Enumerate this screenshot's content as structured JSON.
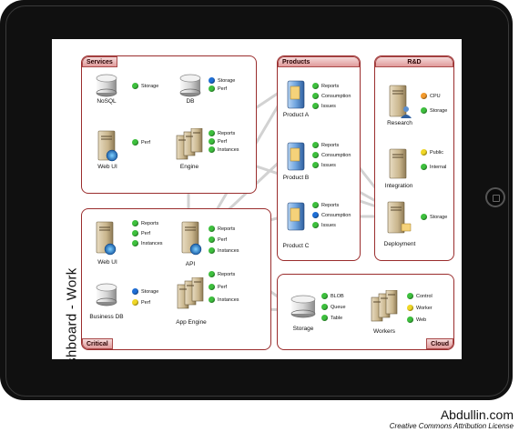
{
  "screen_title": "Dashboard - Work",
  "panels": {
    "services": "Services",
    "products": "Products",
    "rnd": "R&D",
    "critical": "Critical",
    "cloud": "Cloud"
  },
  "nodes": {
    "nosql": {
      "label": "NoSQL",
      "status": [
        {
          "color": "green",
          "text": "Storage"
        }
      ]
    },
    "db": {
      "label": "DB",
      "status": [
        {
          "color": "blue",
          "text": "Storage"
        },
        {
          "color": "green",
          "text": "Perf"
        }
      ]
    },
    "webui_services": {
      "label": "Web UI",
      "status": [
        {
          "color": "green",
          "text": "Perf"
        }
      ]
    },
    "engine": {
      "label": "Engine",
      "status": [
        {
          "color": "green",
          "text": "Reports"
        },
        {
          "color": "green",
          "text": "Perf"
        },
        {
          "color": "green",
          "text": "Instances"
        }
      ]
    },
    "product_a": {
      "label": "Product A",
      "status": [
        {
          "color": "green",
          "text": "Reports"
        },
        {
          "color": "green",
          "text": "Consumption"
        },
        {
          "color": "green",
          "text": "Issues"
        }
      ]
    },
    "product_b": {
      "label": "Product B",
      "status": [
        {
          "color": "green",
          "text": "Reports"
        },
        {
          "color": "green",
          "text": "Consumption"
        },
        {
          "color": "green",
          "text": "Issues"
        }
      ]
    },
    "product_c": {
      "label": "Product C",
      "status": [
        {
          "color": "green",
          "text": "Reports"
        },
        {
          "color": "blue",
          "text": "Consumption"
        },
        {
          "color": "green",
          "text": "Issues"
        }
      ]
    },
    "research": {
      "label": "Research",
      "status": [
        {
          "color": "orange",
          "text": "CPU"
        },
        {
          "color": "green",
          "text": "Storage"
        }
      ]
    },
    "integration": {
      "label": "Integration",
      "status": [
        {
          "color": "yellow",
          "text": "Public"
        },
        {
          "color": "green",
          "text": "Internal"
        }
      ]
    },
    "deployment": {
      "label": "Deployment",
      "status": [
        {
          "color": "green",
          "text": "Storage"
        }
      ]
    },
    "webui_critical": {
      "label": "Web UI",
      "status": [
        {
          "color": "green",
          "text": "Reports"
        },
        {
          "color": "green",
          "text": "Perf"
        },
        {
          "color": "green",
          "text": "Instances"
        }
      ]
    },
    "api": {
      "label": "API",
      "status": [
        {
          "color": "green",
          "text": "Reports"
        },
        {
          "color": "green",
          "text": "Perf"
        },
        {
          "color": "green",
          "text": "Instances"
        }
      ]
    },
    "business_db": {
      "label": "Business DB",
      "status": [
        {
          "color": "blue",
          "text": "Storage"
        },
        {
          "color": "yellow",
          "text": "Perf"
        }
      ]
    },
    "app_engine": {
      "label": "App Engine",
      "status": [
        {
          "color": "green",
          "text": "Reports"
        },
        {
          "color": "green",
          "text": "Perf"
        },
        {
          "color": "green",
          "text": "Instances"
        }
      ]
    },
    "storage": {
      "label": "Storage",
      "status": [
        {
          "color": "green",
          "text": "BLOB"
        },
        {
          "color": "green",
          "text": "Queue"
        },
        {
          "color": "green",
          "text": "Table"
        }
      ]
    },
    "workers": {
      "label": "Workers",
      "status": [
        {
          "color": "green",
          "text": "Control"
        },
        {
          "color": "yellow",
          "text": "Worker"
        },
        {
          "color": "green",
          "text": "Web"
        }
      ]
    }
  },
  "colors": {
    "green": "#3ec03e",
    "blue": "#1f6fd6",
    "yellow": "#f0d726",
    "orange": "#f39a2c",
    "panel_border": "#9a2d2d"
  },
  "credit": {
    "title": "Abdullin.com",
    "license": "Creative Commons Attribution License"
  }
}
